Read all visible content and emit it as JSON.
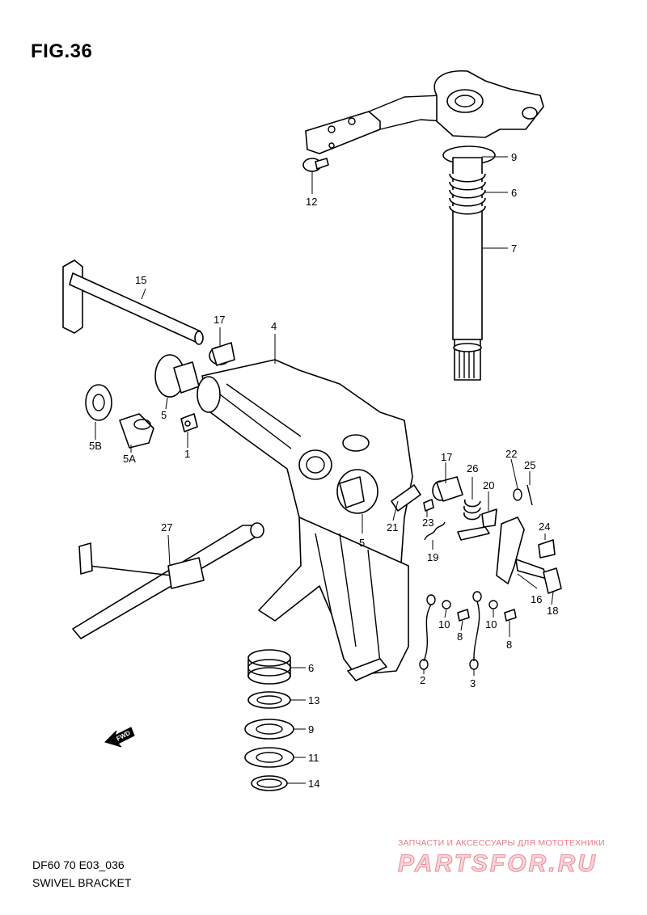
{
  "figure": {
    "title": "FIG.36",
    "code": "DF60 70 E03_036",
    "name": "SWIVEL BRACKET"
  },
  "watermark": {
    "caption": "ЗАПЧАСТИ И АКСЕССУАРЫ ДЛЯ МОТОТЕХНИКИ",
    "logo": "PARTSFOR.RU",
    "color": "#e88b95"
  },
  "direction_marker": {
    "label": "FWD",
    "icon": "arrow-left-down"
  },
  "part_labels": {
    "p1": "1",
    "p2": "2",
    "p3": "3",
    "p4": "4",
    "p5a": "5",
    "p5b": "5",
    "p5A": "5A",
    "p5B": "5B",
    "p6a": "6",
    "p6b": "6",
    "p7": "7",
    "p8a": "8",
    "p8b": "8",
    "p9a": "9",
    "p9b": "9",
    "p10a": "10",
    "p10b": "10",
    "p11": "11",
    "p12": "12",
    "p13": "13",
    "p14": "14",
    "p15": "15",
    "p16": "16",
    "p17a": "17",
    "p17b": "17",
    "p18": "18",
    "p19": "19",
    "p20": "20",
    "p21": "21",
    "p22": "22",
    "p23": "23",
    "p24": "24",
    "p25": "25",
    "p26": "26",
    "p27": "27"
  }
}
